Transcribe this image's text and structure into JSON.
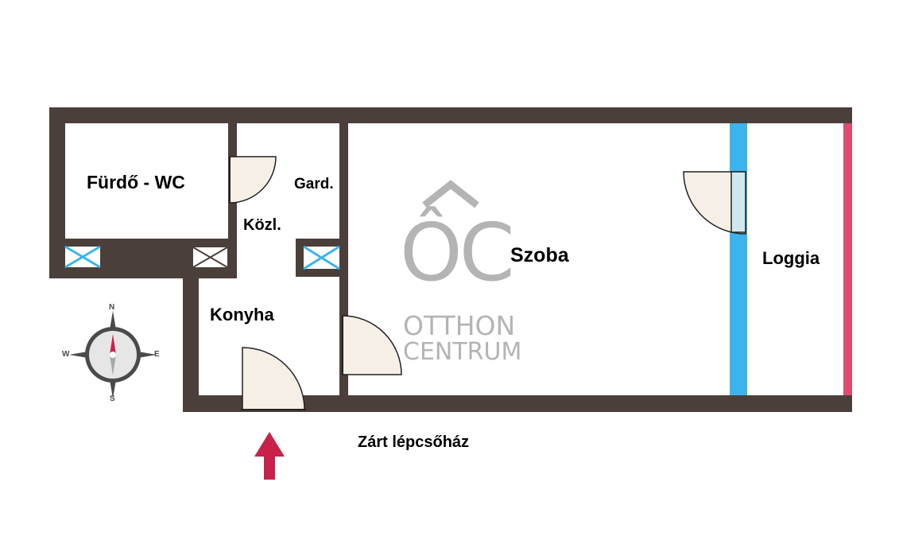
{
  "rooms": {
    "furdo_wc": "Fürdő - WC",
    "gard": "Gard.",
    "kozl": "Közl.",
    "konyha": "Konyha",
    "szoba": "Szoba",
    "loggia": "Loggia"
  },
  "outside": {
    "stairwell": "Zárt lépcsőház"
  },
  "watermark": {
    "mark": "ÔC",
    "line1": "OTTHON",
    "line2": "CENTRUM"
  },
  "compass": {
    "n": "N",
    "e": "E",
    "s": "S",
    "w": "W"
  },
  "colors": {
    "wall": "#4a3f3a",
    "window": "#3bb4ee",
    "loggia_railing": "#dd4b6e",
    "entrance_arrow": "#c8214a",
    "vent_cross": "#3bb4ee",
    "door_fill": "#f5efe6",
    "watermark": "#b4b4b4"
  }
}
